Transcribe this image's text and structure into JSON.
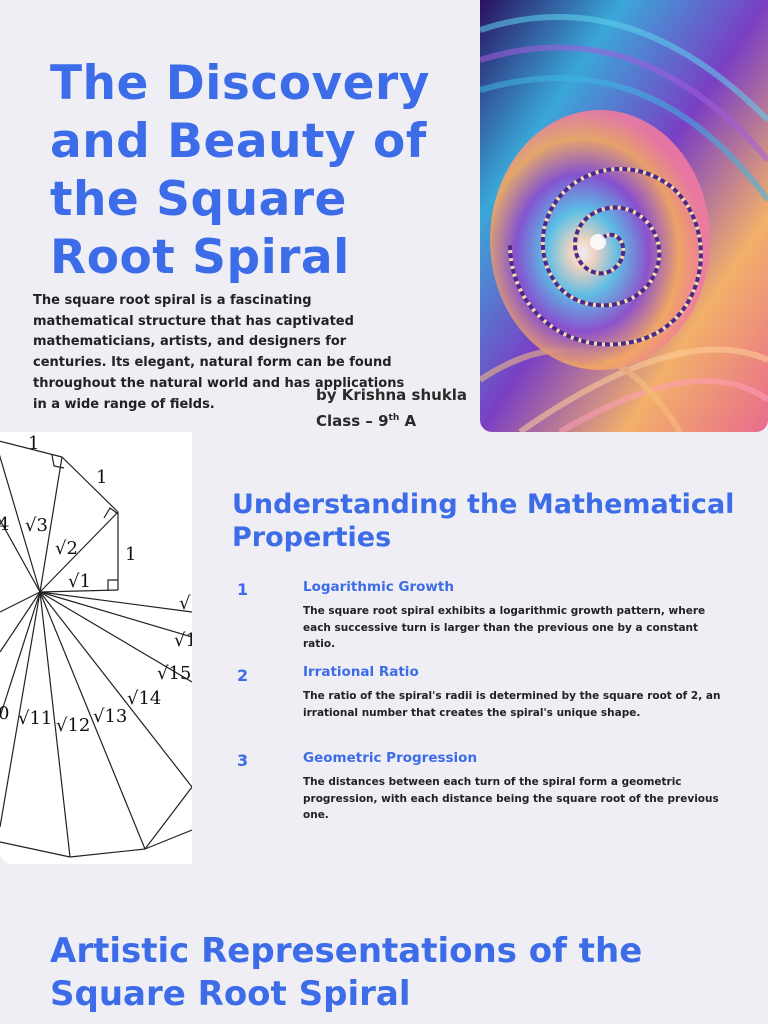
{
  "hero": {
    "title": "The Discovery and Beauty of the Square Root Spiral",
    "intro": "The square root spiral is a fascinating mathematical structure that has captivated mathematicians, artists, and designers for centuries. Its elegant, natural form can be found throughout the natural world and has applications in a wide range of fields.",
    "author": "by Krishna shukla",
    "class_prefix": "Class – 9",
    "class_sup": "th",
    "class_suffix": " A"
  },
  "diagram": {
    "labels": [
      "1",
      "1",
      "1",
      "√1",
      "√2",
      "√3",
      "4",
      "√",
      "√1",
      "√15",
      "√14",
      "√13",
      "√12",
      "√11",
      "0"
    ]
  },
  "properties": {
    "heading": "Understanding the Mathematical Properties",
    "items": [
      {
        "number": "1",
        "title": "Logarithmic Growth",
        "description": "The square root spiral exhibits a logarithmic growth pattern, where each successive turn is larger than the previous one by a constant ratio."
      },
      {
        "number": "2",
        "title": "Irrational Ratio",
        "description": "The ratio of the spiral's radii is determined by the square root of 2, an irrational number that creates the spiral's unique shape."
      },
      {
        "number": "3",
        "title": "Geometric Progression",
        "description": "The distances between each turn of the spiral form a geometric progression, with each distance being the square root of the previous one."
      }
    ]
  },
  "artistic": {
    "heading": "Artistic Representations of the Square Root Spiral"
  }
}
